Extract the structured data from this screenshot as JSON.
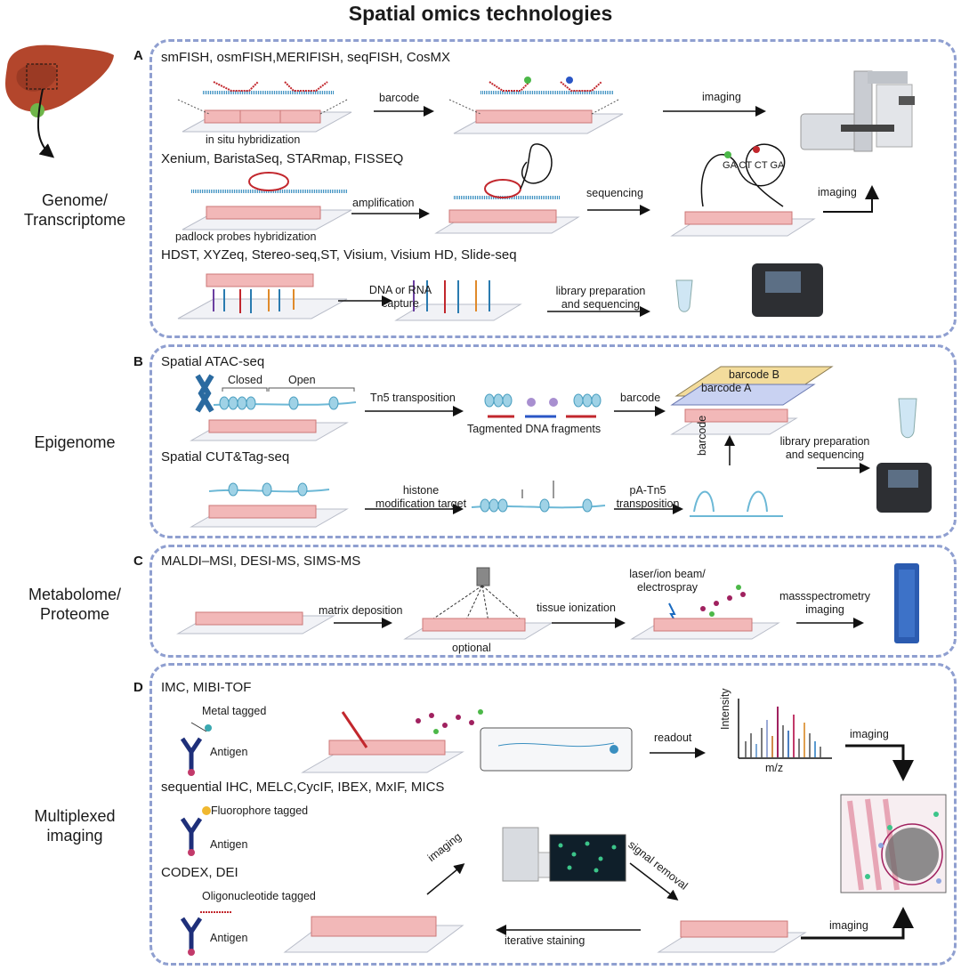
{
  "title": "Spatial omics technologies",
  "side_labels": {
    "genome": [
      "Genome/",
      "Transcriptome"
    ],
    "epigenome": "Epigenome",
    "metabolome": [
      "Metabolome/",
      "Proteome"
    ],
    "multiplexed": [
      "Multiplexed",
      "imaging"
    ]
  },
  "panel_a": {
    "letter": "A",
    "row1": {
      "tech": "smFISH, osmFISH,MERIFISH, seqFISH, CosMX",
      "in_situ": "in situ hybridization",
      "barcode": "barcode",
      "imaging": "imaging"
    },
    "row2": {
      "tech": "Xenium, BaristaSeq, STARmap, FISSEQ",
      "padlock": "padlock probes hybridization",
      "amplification": "amplification",
      "sequencing": "sequencing",
      "imaging": "imaging",
      "letters": [
        "G",
        "A",
        "C",
        "T",
        "C",
        "T",
        "G",
        "A"
      ]
    },
    "row3": {
      "tech": "HDST, XYZeq, Stereo-seq,ST, Visium, Visium HD, Slide-seq",
      "capture": [
        "DNA or RNA",
        "capture"
      ],
      "library": [
        "library preparation",
        "and sequencing"
      ]
    }
  },
  "panel_b": {
    "letter": "B",
    "row1": {
      "tech": "Spatial ATAC-seq",
      "closed": "Closed",
      "open": "Open",
      "tn5": "Tn5 transposition",
      "tagmented": "Tagmented DNA fragments",
      "barcode": "barcode",
      "barcode_b": "barcode B",
      "barcode_a": "barcode A"
    },
    "row2": {
      "tech": "Spatial CUT&Tag-seq",
      "histone": [
        "histone",
        "modification target"
      ],
      "patn5": [
        "pA-Tn5",
        "transposition"
      ],
      "barcode_vertical": "barcode",
      "library": [
        "library preparation",
        "and sequencing"
      ]
    }
  },
  "panel_c": {
    "letter": "C",
    "tech": "MALDI–MSI, DESI-MS, SIMS-MS",
    "matrix": "matrix deposition",
    "optional": "optional",
    "tissue_ion": "tissue ionization",
    "laser": [
      "laser/ion beam/",
      "electrospray"
    ],
    "ms": [
      "massspectrometry",
      "imaging"
    ]
  },
  "panel_d": {
    "letter": "D",
    "row1": {
      "tech": "IMC, MIBI-TOF",
      "metal": "Metal tagged",
      "antigen": "Antigen",
      "readout": "readout",
      "ylabel": "Intensity",
      "xlabel": "m/z",
      "imaging": "imaging"
    },
    "row2": {
      "tech": "sequential IHC, MELC,CycIF, IBEX, MxIF, MICS",
      "fluor": "Fluorophore tagged",
      "antigen": "Antigen"
    },
    "row3": {
      "tech": "CODEX, DEI",
      "oligo": "Oligonucleotide tagged",
      "antigen": "Antigen",
      "imaging_diag": "imaging",
      "signal_removal": "signal removal",
      "iterative": "iterative staining",
      "imaging": "imaging"
    }
  },
  "colors": {
    "panel_border": "#8f9fd0",
    "tissue": "#f2b8b8",
    "slide": "#eef0f4",
    "dna": "#6cb8d6",
    "probe": "#c2272d",
    "antibody": "#1e2f7a"
  },
  "spectrum_peaks": [
    {
      "x": 1,
      "h": 0.3,
      "c": "#7a7a7a"
    },
    {
      "x": 2,
      "h": 0.45,
      "c": "#7a7a7a"
    },
    {
      "x": 3,
      "h": 0.25,
      "c": "#7ea9d6"
    },
    {
      "x": 4,
      "h": 0.55,
      "c": "#7a7a7a"
    },
    {
      "x": 5,
      "h": 0.7,
      "c": "#9aa9d6"
    },
    {
      "x": 6,
      "h": 0.4,
      "c": "#d08a4a"
    },
    {
      "x": 7,
      "h": 0.95,
      "c": "#a0215f"
    },
    {
      "x": 8,
      "h": 0.6,
      "c": "#7a7a7a"
    },
    {
      "x": 9,
      "h": 0.5,
      "c": "#4a7ec0"
    },
    {
      "x": 10,
      "h": 0.8,
      "c": "#c23a6a"
    },
    {
      "x": 11,
      "h": 0.35,
      "c": "#7a7a7a"
    },
    {
      "x": 12,
      "h": 0.65,
      "c": "#e0a050"
    },
    {
      "x": 13,
      "h": 0.45,
      "c": "#7a7a7a"
    },
    {
      "x": 14,
      "h": 0.3,
      "c": "#5a9ad0"
    },
    {
      "x": 15,
      "h": 0.2,
      "c": "#7a7a7a"
    }
  ]
}
